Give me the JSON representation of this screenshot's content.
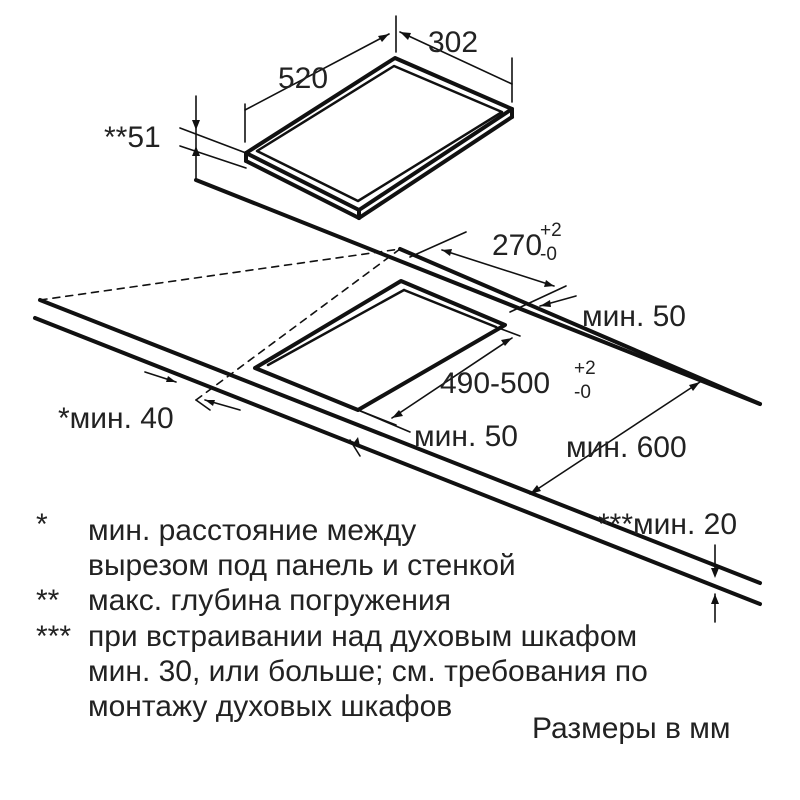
{
  "dimensions": {
    "hob_length": "520",
    "hob_width": "302",
    "hob_depth": "**51",
    "cutout_width": "270",
    "cutout_width_tol_upper": "+2",
    "cutout_width_tol_lower": "-0",
    "cutout_length": "490-500",
    "cutout_length_tol_upper": "+2",
    "cutout_length_tol_lower": "-0",
    "min_back": "мин. 50",
    "min_side_wall": "*мин. 40",
    "min_front": "мин. 50",
    "min_countertop": "мин. 600",
    "min_thickness": "***мин. 20"
  },
  "notes": [
    {
      "marker": "*",
      "lines": [
        "мин. расстояние между",
        "вырезом под панель и стенкой"
      ]
    },
    {
      "marker": "**",
      "lines": [
        "макс. глубина погружения"
      ]
    },
    {
      "marker": "***",
      "lines": [
        "при встраивании над духовым шкафом",
        "мин. 30, или больше; см. требования по",
        "монтажу духовых шкафов"
      ]
    }
  ],
  "units_note": "Размеры в мм"
}
